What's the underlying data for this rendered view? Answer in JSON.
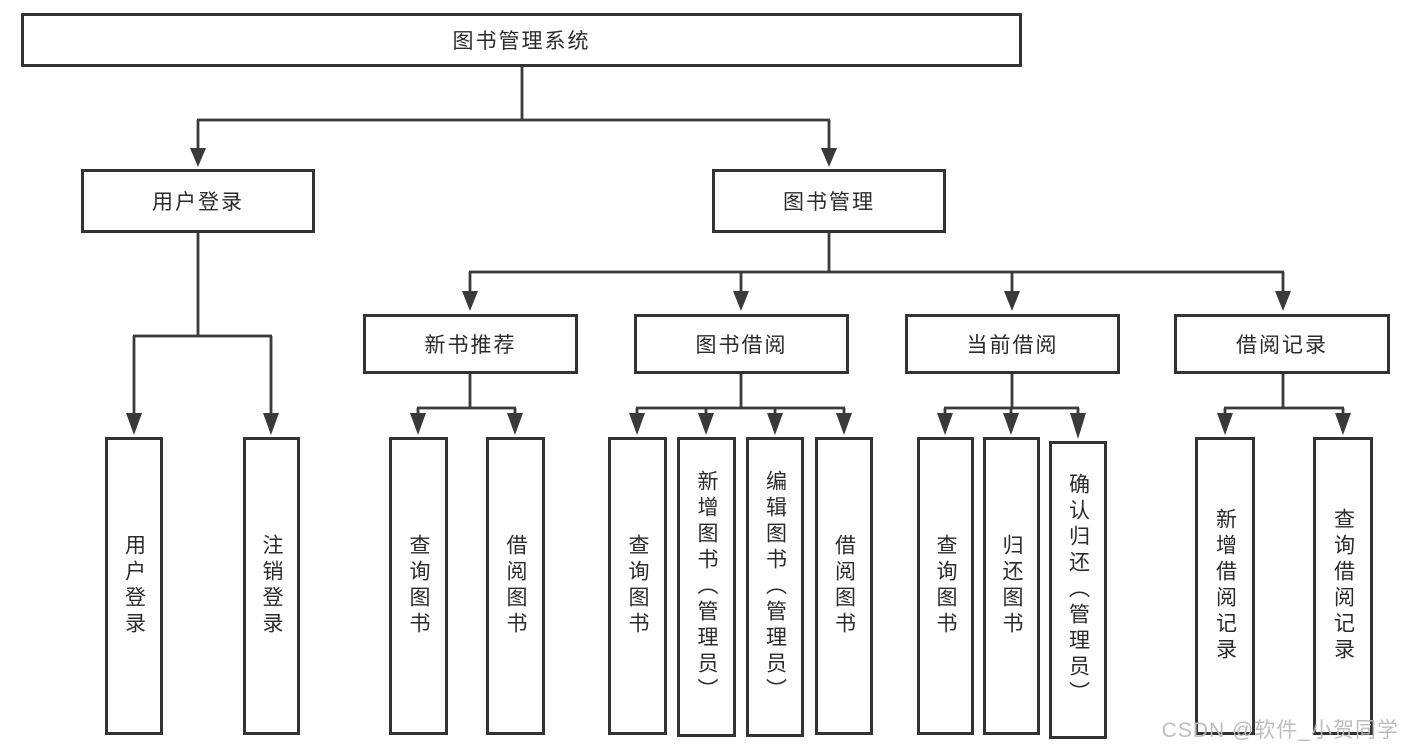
{
  "diagram": {
    "root": {
      "label": "图书管理系统"
    },
    "branches": [
      {
        "label": "用户登录",
        "children": [
          {
            "label": "用户登录"
          },
          {
            "label": "注销登录"
          }
        ]
      },
      {
        "label": "图书管理",
        "children": [
          {
            "label": "新书推荐",
            "children": [
              {
                "label": "查询图书"
              },
              {
                "label": "借阅图书"
              }
            ]
          },
          {
            "label": "图书借阅",
            "children": [
              {
                "label": "查询图书"
              },
              {
                "label": "新增图书（管理员）"
              },
              {
                "label": "编辑图书（管理员）"
              },
              {
                "label": "借阅图书"
              }
            ]
          },
          {
            "label": "当前借阅",
            "children": [
              {
                "label": "查询图书"
              },
              {
                "label": "归还图书"
              },
              {
                "label": "确认归还（管理员）"
              }
            ]
          },
          {
            "label": "借阅记录",
            "children": [
              {
                "label": "新增借阅记录"
              },
              {
                "label": "查询借阅记录"
              }
            ]
          }
        ]
      }
    ],
    "watermark": "CSDN @软件_小贺同学",
    "colors": {
      "line": "#3a3a3a",
      "box_border": "#333333",
      "text": "#2b2b2b",
      "watermark": "#b9b9b9",
      "background": "#ffffff"
    }
  }
}
